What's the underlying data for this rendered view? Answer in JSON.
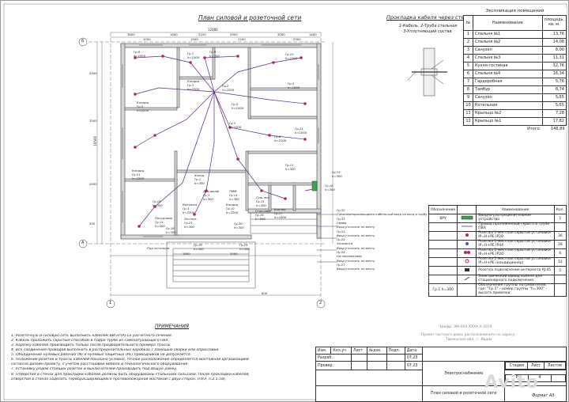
{
  "plan": {
    "title": "План силовой и розеточной сети",
    "axis_b": "Б",
    "axis_a": "А",
    "axis_1": "1",
    "axis_2": "2",
    "dim_total": "12000",
    "dim_side": "10500",
    "dims": [
      "3600",
      "1900",
      "2100",
      "2900",
      "3000",
      "1400",
      "1050",
      "1500",
      "1200",
      "2300",
      "2400",
      "3500",
      "2950",
      "550",
      "1900",
      "2000",
      "600"
    ],
    "labels": [
      {
        "id": "g8",
        "text": "Гр.8"
      },
      {
        "id": "h1000a",
        "text": "h=1000"
      },
      {
        "id": "g7",
        "text": "Гр.7"
      },
      {
        "id": "h1000b",
        "text": "h=1000"
      },
      {
        "id": "kondic1",
        "text": "Кондиц"
      },
      {
        "id": "g5a",
        "text": "Гр.5"
      },
      {
        "id": "h2200a",
        "text": "h=2200"
      },
      {
        "id": "g9",
        "text": "Гр.9"
      },
      {
        "id": "h300a",
        "text": "h=300"
      },
      {
        "id": "kondic2",
        "text": "Кондиц"
      },
      {
        "id": "g3",
        "text": "Гр.3"
      },
      {
        "id": "h2200b",
        "text": "h=2200"
      },
      {
        "id": "g10",
        "text": "Гр.10"
      },
      {
        "id": "h1000c",
        "text": "h=1000"
      },
      {
        "id": "g2",
        "text": "Гр.2"
      },
      {
        "id": "h2200c",
        "text": "h=2200"
      },
      {
        "id": "g4",
        "text": "Гр.4"
      },
      {
        "id": "h1000d",
        "text": "h=1000"
      },
      {
        "id": "g5b",
        "text": "Гр.5"
      },
      {
        "id": "h1000e",
        "text": "h=1000"
      },
      {
        "id": "g5c",
        "text": "Гр.5"
      },
      {
        "id": "h1000f",
        "text": "h=1000"
      },
      {
        "id": "g11",
        "text": "Гр.11"
      },
      {
        "id": "h1000g",
        "text": "h=1000"
      },
      {
        "id": "g6",
        "text": "Гр.6"
      },
      {
        "id": "h2100",
        "text": "h=2100"
      },
      {
        "id": "g11b",
        "text": "Гр.11"
      },
      {
        "id": "h300b",
        "text": "h=300"
      },
      {
        "id": "g12",
        "text": "Гр.12"
      },
      {
        "id": "h300c",
        "text": "h=300"
      },
      {
        "id": "g16",
        "text": "Гр.16"
      },
      {
        "id": "h300d",
        "text": "h=300"
      },
      {
        "id": "kondic3",
        "text": "Кондиц"
      },
      {
        "id": "g21",
        "text": "Гр.21"
      },
      {
        "id": "h2200d",
        "text": "h=2200"
      },
      {
        "id": "holod",
        "text": "Холод"
      },
      {
        "id": "g1",
        "text": "Гр.1"
      },
      {
        "id": "h300e",
        "text": "h=300"
      },
      {
        "id": "dukhovka",
        "text": "Дух.шкаф"
      },
      {
        "id": "g3b",
        "text": "Гр.3"
      },
      {
        "id": "h300f",
        "text": "h=300"
      },
      {
        "id": "pmm",
        "text": "ПММ"
      },
      {
        "id": "g14",
        "text": "Гр.14"
      },
      {
        "id": "h300g",
        "text": "h=300"
      },
      {
        "id": "vytyazhka",
        "text": "Вытяжка"
      },
      {
        "id": "g4b",
        "text": "Гр.4"
      },
      {
        "id": "h2200e",
        "text": "h=2200"
      },
      {
        "id": "plita",
        "text": "Эл.плит."
      },
      {
        "id": "g13",
        "text": "Гр.13"
      },
      {
        "id": "h300h",
        "text": "h=300"
      },
      {
        "id": "kondic4",
        "text": "Кондиц"
      },
      {
        "id": "g10b",
        "text": "Гр.10"
      },
      {
        "id": "h2200f",
        "text": "h=2200"
      },
      {
        "id": "posud",
        "text": "Посуд.маш"
      },
      {
        "id": "g14b",
        "text": "Гр.14"
      },
      {
        "id": "h300i",
        "text": "h=300"
      },
      {
        "id": "g19",
        "text": "Гр.19"
      },
      {
        "id": "h300j",
        "text": "h=300"
      },
      {
        "id": "g18",
        "text": "Гр.18"
      },
      {
        "id": "h300k",
        "text": "h=300"
      },
      {
        "id": "g20",
        "text": "Гр.20"
      },
      {
        "id": "h300l",
        "text": "h=300"
      },
      {
        "id": "sushka",
        "text": "Суш.пол"
      },
      {
        "id": "g15",
        "text": "Гр.15"
      },
      {
        "id": "h300m",
        "text": "h=300"
      },
      {
        "id": "stir",
        "text": "Стир.маш"
      },
      {
        "id": "g16b",
        "text": "Гр.16"
      },
      {
        "id": "h500",
        "text": "h=500"
      },
      {
        "id": "boiler",
        "text": "Бойлер"
      },
      {
        "id": "g17",
        "text": "Гр.17"
      },
      {
        "id": "h1000h",
        "text": "h=1000"
      },
      {
        "id": "g19b",
        "text": "Гр.19"
      },
      {
        "id": "h300n",
        "text": "h=300"
      },
      {
        "id": "g15b",
        "text": "Гр.15"
      },
      {
        "id": "h300o",
        "text": "h=300"
      },
      {
        "id": "pod",
        "text": "Под потолком"
      }
    ],
    "side_notes": [
      "Гр.22",
      "Самоперекрывающийся кабельный ввод на вход в трубу",
      "Гр.23",
      "Гараж",
      "Ввод уточнить по месту",
      "Гр.24",
      "Ввод уточнить по месту",
      "Гр.25",
      "Эл.ворота",
      "Ввод уточнить по месту",
      "Гр.26",
      "На перспективу",
      "Ввод уточнить по месту",
      "Гр.27",
      "Ввод уточнить по месту"
    ]
  },
  "cable": {
    "title": "Прокладка кабеля через стену",
    "legend_lines": [
      "1-Кабель, 2-Труба стальная",
      "3-Уплотняющий состав."
    ]
  },
  "explication": {
    "caption": "Экспликация помещений",
    "headers": [
      "№",
      "Наименование",
      "площадь, кв. м."
    ],
    "rows": [
      [
        "1",
        "Спальня №1",
        "13,76"
      ],
      [
        "2",
        "Спальня №2",
        "14,08"
      ],
      [
        "3",
        "Санузел",
        "8,00"
      ],
      [
        "4",
        "Спальня №3",
        "11,31"
      ],
      [
        "5",
        "Кухня-гостиная",
        "32,76"
      ],
      [
        "6",
        "Спальня №4",
        "16,34"
      ],
      [
        "7",
        "Гардеробная",
        "5,76"
      ],
      [
        "8",
        "Тамбур",
        "8,74"
      ],
      [
        "9",
        "Санузел",
        "5,55"
      ],
      [
        "10",
        "Котельная",
        "5,55"
      ],
      [
        "11",
        "Крыльцо №2",
        "7,28"
      ],
      [
        "12",
        "Крыльцо №1",
        "17,82"
      ]
    ],
    "total_label": "Итого:",
    "total_value": "146,89"
  },
  "legend": {
    "headers": [
      "Обозначение",
      "Наименование",
      "Кол."
    ],
    "rows": [
      {
        "sym": "ВРУ",
        "name": "Вводно-распределительное устройство",
        "qty": "1"
      },
      {
        "sym": "",
        "name": "Провод проложенный скрыто в трубе ПВХ",
        "qty": ""
      },
      {
        "sym": "",
        "name": "Розетка 1-местная скрытой установки IP=Н+PE IP20",
        "qty": "36"
      },
      {
        "sym": "",
        "name": "Розетка 1-местная скрытой установки IP=Н+PE IP44",
        "qty": "28"
      },
      {
        "sym": "",
        "name": "Розетка 2-местная скрытой установки IP=Н+PE IP20",
        "qty": "6"
      },
      {
        "sym": "",
        "name": "Розетка 1-местная скрытой установки IP=Н+PE (кондиционер)",
        "qty": "12"
      },
      {
        "sym": "",
        "name": "Розетка подключения интернета RJ-45",
        "qty": "5"
      },
      {
        "sym": "",
        "name": "Электрический вывод кабеля для стационарного подключения",
        "qty": ""
      },
      {
        "sym": "Гр.1 h=300",
        "name": "Обозначение группы потребителей, где: \"Гр.1\" - номер группы \"h=300\" - высота привязки",
        "qty": ""
      }
    ]
  },
  "notes": {
    "heading": "ПРИМЕЧАНИЯ",
    "items": [
      "1. Розеточную и силовую сеть выполнить кабелем ВВГнг(А)-LS расчетного сечения.",
      "2. Кабель проложить скрытым способом в гофро-трубе из самозатухающего ПВХ.",
      "3. Нарезку кабелей производить только после предварительного промера трассы.",
      "4. Все соединения проводов выполнить в распределительных коробках с помощью сварки или опрессовки.",
      "5. Объединение нулевых рабочих (N) и нулевых защитных (PE) проводников не допускается.",
      "6. Положение розеток и трассы кабелей показано условно, точное расположение определяется монтажной организацией",
      "   согласно дизайн-проекту, с учетом расстановки мебели и технологического оборудования.",
      "7. Установку рядом стоящих розеток и выключателей производить под общую рамку.",
      "8. Отверстия в стенах для прокладки кабелей должны быть оборудованы стальными гильзами. После прокладки кабелей,",
      "   отверстия в стенах заделать терморасширяющейся противопожарной мастикой с двух сторон. (ПУЭ, п.2.1.58)."
    ]
  },
  "stamp": {
    "doc_code": "Шифр: ЭМ-ХХХ-ХХХХ-Х-2019",
    "object": [
      "Проект частного дома, расположенного по адресу:",
      "Тюменская обл., г. Ишим"
    ],
    "row_headers": [
      "Изм.",
      "Кол.уч",
      "Лист",
      "№док.",
      "Подп.",
      "Дата"
    ],
    "razrab": "Разраб.",
    "razrab_date": "07.23",
    "prover": "Провер.",
    "prover_date": "07.23",
    "section": "Электроснабжение",
    "stadia_label": "Стадия",
    "list_label": "Лист",
    "listov_label": "Листов",
    "stadia": "Р",
    "list": "4",
    "sheet_title": "План силовой и розеточной сети",
    "format": "Формат А3",
    "watermark": "Avito"
  }
}
